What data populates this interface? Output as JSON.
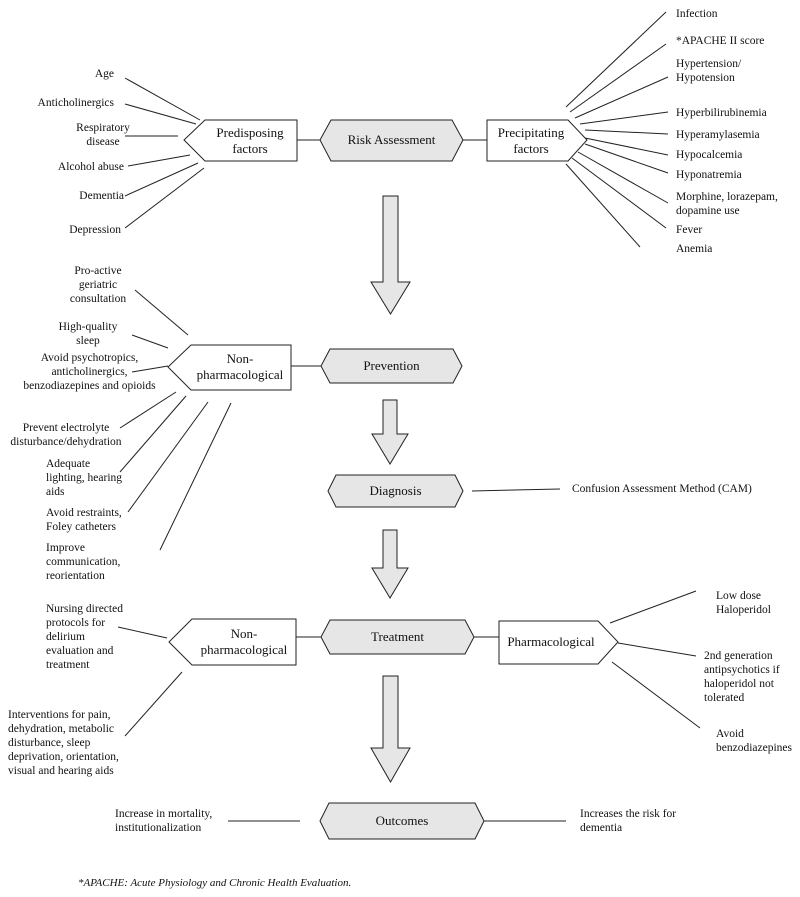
{
  "nodes": {
    "risk_assessment": "Risk Assessment",
    "predisposing": "Predisposing factors",
    "precipitating": "Precipitating factors",
    "prevention": "Prevention",
    "prevention_nonpharm": "Non-pharmacological",
    "diagnosis": "Diagnosis",
    "treatment": "Treatment",
    "treatment_nonpharm": "Non-pharmacological",
    "pharmacological": "Pharmacological",
    "outcomes": "Outcomes"
  },
  "predisposing_factors": [
    "Age",
    "Anticholinergics",
    "Respiratory disease",
    "Alcohol abuse",
    "Dementia",
    "Depression"
  ],
  "precipitating_factors": [
    "Infection",
    "*APACHE II score",
    "Hypertension/ Hypotension",
    "Hyperbilirubinemia",
    "Hyperamylasemia",
    "Hypocalcemia",
    "Hyponatremia",
    "Morphine, lorazepam, dopamine use",
    "Fever",
    "Anemia"
  ],
  "prevention_items": [
    "Pro-active geriatric consultation",
    "High-quality sleep",
    "Avoid psychotropics, anticholinergics, benzodiazepines and opioids",
    "Prevent electrolyte disturbance/dehydration",
    "Adequate lighting, hearing aids",
    "Avoid restraints, Foley catheters",
    "Improve communication, reorientation"
  ],
  "diagnosis_item": "Confusion Assessment Method (CAM)",
  "treatment_nonpharm_items": [
    "Nursing directed protocols for delirium evaluation and treatment",
    "Interventions for pain, dehydration, metabolic disturbance, sleep deprivation, orientation, visual and hearing aids"
  ],
  "pharm_items": [
    "Low dose Haloperidol",
    "2nd generation antipsychotics if haloperidol not tolerated",
    "Avoid benzodiazepines"
  ],
  "outcomes_left": "Increase in mortality, institutionalization",
  "outcomes_right": "Increases the risk for dementia",
  "footnote": "*APACHE: Acute Physiology and Chronic Health Evaluation.",
  "colors": {
    "node_fill": "#e6e6e6",
    "box_fill": "#ffffff",
    "stroke": "#222222",
    "arrow_fill": "#e6e6e6"
  }
}
